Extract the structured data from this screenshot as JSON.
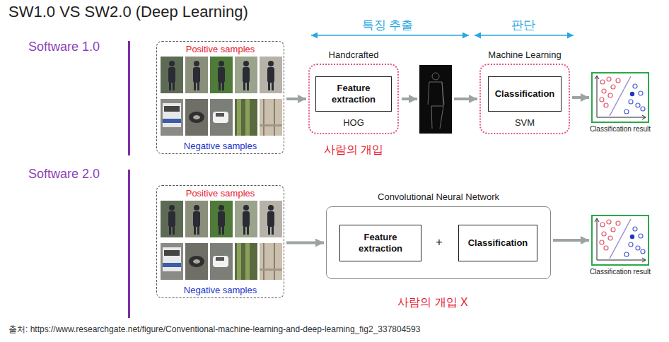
{
  "diagram": {
    "title": "SW1.0 VS SW2.0 (Deep Learning)",
    "caption": "출처: https://www.researchgate.net/figure/Conventional-machine-learning-and-deep-learning_fig2_337804593",
    "nodes": [
      {
        "text": [
          "Positive samples",
          "Negative samples"
        ]
      },
      {
        "text": [
          "Handcrafted",
          "HOG"
        ]
      },
      {
        "text": [
          "Feature extraction"
        ],
        "in": 1
      },
      {
        "text": [
          "Machine Learning",
          "SVM"
        ]
      },
      {
        "text": [
          "Classification"
        ],
        "in": 3
      },
      {
        "text": [
          "Classification result"
        ]
      },
      {
        "text": [
          "Positive samples",
          "Negative samples"
        ]
      },
      {
        "text": [
          "Convolutional Neural Network"
        ]
      },
      {
        "text": [
          "Feature extraction"
        ],
        "in": 7
      },
      {
        "text": [
          "Classification"
        ],
        "in": 7
      },
      {
        "text": [
          "Classification result"
        ]
      }
    ],
    "edges": [
      {
        "from": 0,
        "to": 1,
        "arrow": "to"
      },
      {
        "from": 3,
        "to": 5,
        "arrow": "to"
      },
      {
        "from": 6,
        "to": 7,
        "arrow": "to"
      },
      {
        "from": 7,
        "to": 10,
        "arrow": "to"
      }
    ],
    "labels": [
      "특징 추출",
      "판단",
      "Software 1.0",
      "사람의 개입",
      "Software 2.0",
      "+",
      "사람의 개입 X"
    ]
  }
}
